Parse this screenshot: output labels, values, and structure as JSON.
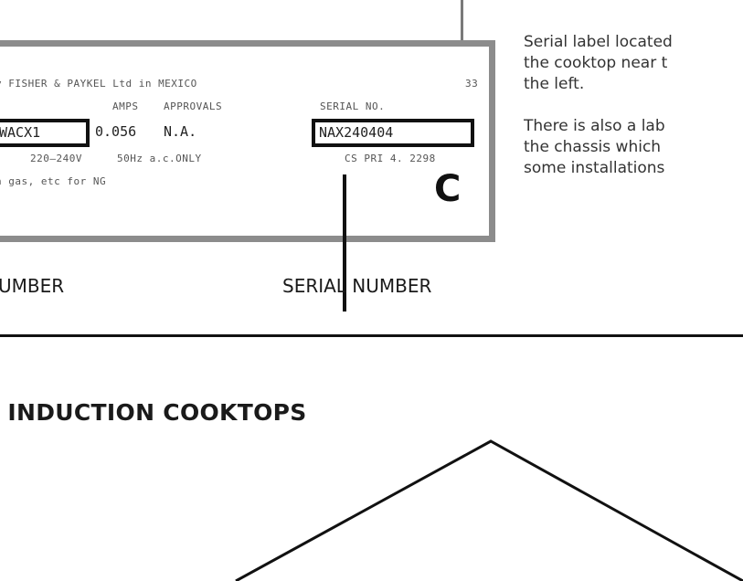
{
  "rating_label": {
    "manufacturer_line": "y FISHER & PAYKEL Ltd in MEXICO",
    "corner_number": "33",
    "header_amps": "AMPS",
    "header_approvals": "APPROVALS",
    "header_serial": "SERIAL NO.",
    "model_value": "WACX1",
    "amps_value": "0.056",
    "approvals_value": "N.A.",
    "serial_value": "NAX240404",
    "voltage_line": "220—240V",
    "frequency_line": "50Hz a.c.ONLY",
    "code_line": "CS PRI 4. 2298",
    "gas_line": "h gas, etc for NG",
    "c_mark": "C"
  },
  "captions": {
    "model_number_partial": "UMBER",
    "serial_number": "SERIAL NUMBER"
  },
  "side_note": {
    "p1_line1": "Serial label located",
    "p1_line2": "the cooktop near t",
    "p1_line3": "the left.",
    "p2_line1": "There is also a lab",
    "p2_line2": "the chassis which",
    "p2_line3": "some installations"
  },
  "section": {
    "heading": "/ INDUCTION COOKTOPS"
  }
}
